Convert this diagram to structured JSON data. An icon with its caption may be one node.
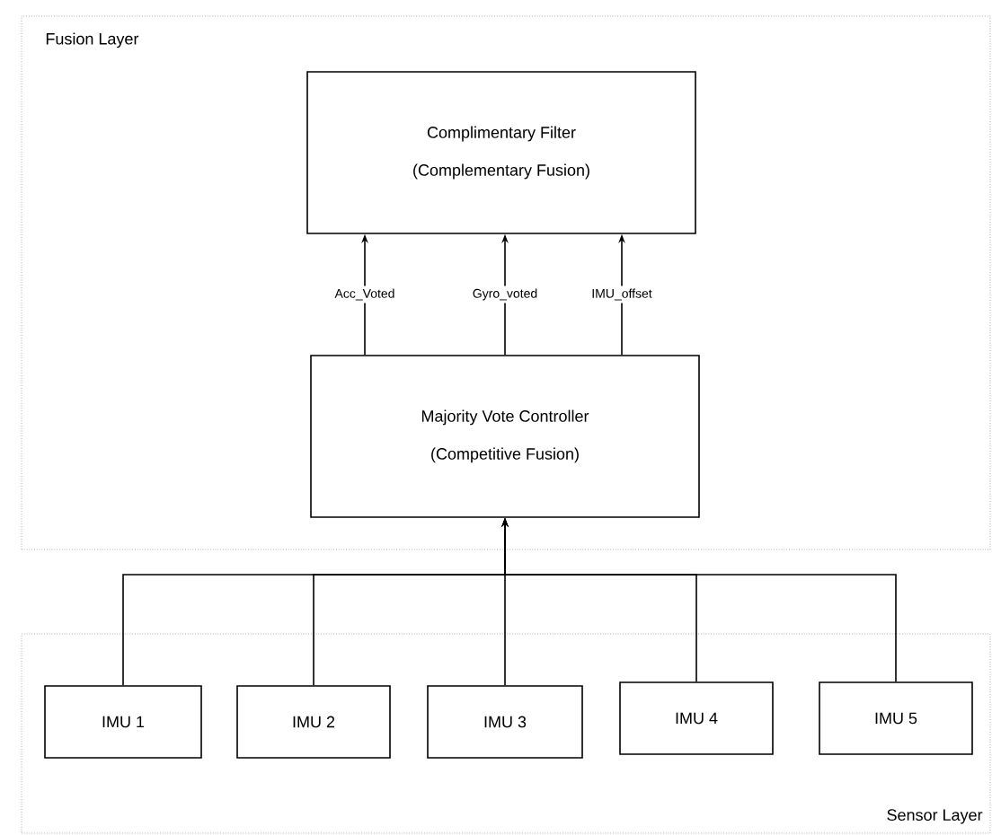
{
  "diagram": {
    "nodes": [
      {
        "text": [
          "Fusion Layer"
        ]
      },
      {
        "text": [
          "Complimentary Filter",
          "(Complementary Fusion)"
        ],
        "in": 0
      },
      {
        "text": [
          "Majority Vote Controller",
          "(Competitive Fusion)"
        ],
        "in": 0
      },
      {
        "text": [
          "Sensor Layer"
        ]
      },
      {
        "text": [
          "IMU 1"
        ],
        "in": 3
      },
      {
        "text": [
          "IMU 2"
        ],
        "in": 3
      },
      {
        "text": [
          "IMU 3"
        ],
        "in": 3
      },
      {
        "text": [
          "IMU 4"
        ],
        "in": 3
      },
      {
        "text": [
          "IMU 5"
        ],
        "in": 3
      }
    ],
    "edges": [
      {
        "from": 2,
        "to": 1,
        "arrow": "to",
        "label": "Acc_Voted"
      },
      {
        "from": 2,
        "to": 1,
        "arrow": "to",
        "label": "Gyro_voted"
      },
      {
        "from": 2,
        "to": 1,
        "arrow": "to",
        "label": "IMU_offset"
      },
      {
        "from": 4,
        "to": 2,
        "arrow": "to"
      },
      {
        "from": 5,
        "to": 2,
        "arrow": "to"
      },
      {
        "from": 6,
        "to": 2,
        "arrow": "to"
      },
      {
        "from": 7,
        "to": 2,
        "arrow": "to"
      },
      {
        "from": 8,
        "to": 2,
        "arrow": "to"
      }
    ]
  }
}
